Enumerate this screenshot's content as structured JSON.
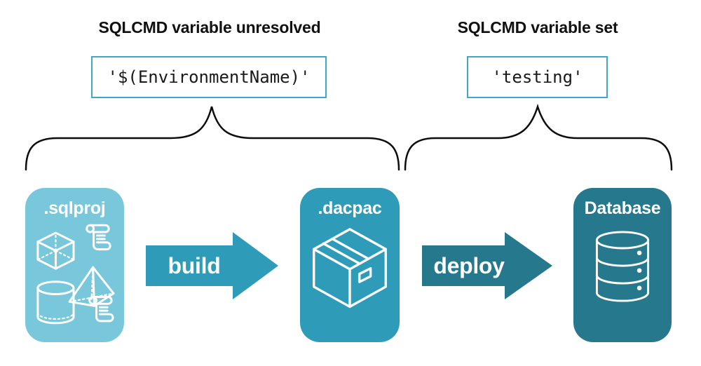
{
  "headings": {
    "left": "SQLCMD variable unresolved",
    "right": "SQLCMD variable set"
  },
  "values": {
    "unresolved": "'$(EnvironmentName)'",
    "resolved": "'testing'"
  },
  "stages": [
    {
      "label": ".sqlproj",
      "icon": "sql-objects-icon"
    },
    {
      "label": ".dacpac",
      "icon": "package-box-icon"
    },
    {
      "label": "Database",
      "icon": "database-cylinder-icon"
    }
  ],
  "arrows": [
    {
      "label": "build"
    },
    {
      "label": "deploy"
    }
  ],
  "colors": {
    "light_blue": "#79C7DB",
    "mid_teal": "#2E9CB9",
    "dark_teal": "#26788C",
    "border_teal": "#3FA8C6",
    "text_dark": "#111111",
    "brace": "#0d0d0d"
  }
}
